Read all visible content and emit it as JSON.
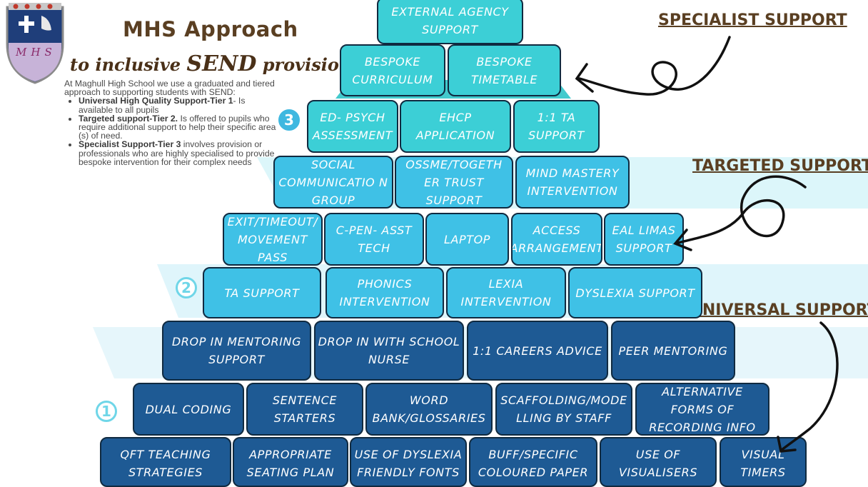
{
  "header": {
    "title": "MHS Approach",
    "subtitle_pre": "to inclusive ",
    "subtitle_big": "SEND",
    "subtitle_post": " provision",
    "crest_letters": "MHS"
  },
  "intro": {
    "lead": "At Maghull High School we use a graduated and tiered approach to supporting students with SEND:",
    "bullets": [
      {
        "bold": "Universal High Quality Support-Tier 1",
        "text": "- Is available to all pupils"
      },
      {
        "bold": "Targeted support-Tier 2.",
        "text": " Is offered to pupils who require additional support to help their specific area (s) of need."
      },
      {
        "bold": "Specialist Support-Tier 3",
        "text": " involves provision or professionals who are highly specialised to provide bespoke intervention for their complex needs"
      }
    ]
  },
  "headings": {
    "specialist": "SPECIALIST SUPPORT",
    "targeted": "TARGETED SUPPORT",
    "universal": "UNIVERSAL SUPPORT"
  },
  "badges": [
    "3",
    "2",
    "1"
  ],
  "pyramid": {
    "tier3": [
      "EXTERNAL AGENCY SUPPORT",
      "BESPOKE CURRICULUM",
      "BESPOKE TIMETABLE",
      "ED- PSYCH ASSESSMENT",
      "EHCP APPLICATION",
      "1:1 TA SUPPORT"
    ],
    "tier2": [
      "SOCIAL COMMUNICATIO N GROUP",
      "OSSME/TOGETH ER TRUST SUPPORT",
      "MIND MASTERY INTERVENTION",
      "EXIT/TIMEOUT/ MOVEMENT PASS",
      "C-PEN- ASST TECH",
      "LAPTOP",
      "ACCESS ARRANGEMENT",
      "EAL LIMAS SUPPORT",
      "TA SUPPORT",
      "PHONICS INTERVENTION",
      "LEXIA INTERVENTION",
      "DYSLEXIA SUPPORT"
    ],
    "tier1": [
      "DROP IN MENTORING SUPPORT",
      "DROP IN WITH SCHOOL NURSE",
      "1:1 CAREERS ADVICE",
      "PEER MENTORING",
      "DUAL CODING",
      "SENTENCE STARTERS",
      "WORD BANK/GLOSSARIES",
      "SCAFFOLDING/MODE LLING BY STAFF",
      "ALTERNATIVE FORMS OF RECORDING INFO",
      "QFT TEACHING STRATEGIES",
      "APPROPRIATE SEATING PLAN",
      "USE OF DYSLEXIA FRIENDLY FONTS",
      "BUFF/SPECIFIC COLOURED PAPER",
      "USE OF VISUALISERS",
      "VISUAL TIMERS"
    ]
  },
  "colors": {
    "tier3": "#3ccfd6",
    "tier2": "#3fc1e6",
    "tier1": "#1e5a94",
    "heading": "#5a3f22"
  }
}
